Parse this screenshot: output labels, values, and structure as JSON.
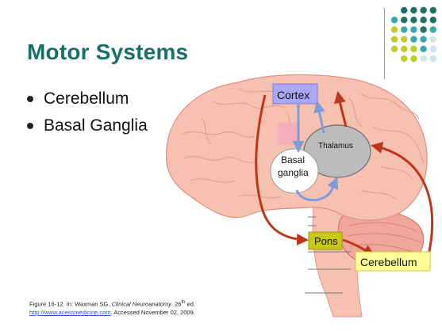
{
  "slide": {
    "title": "Motor Systems",
    "bullets": [
      {
        "text": "Cerebellum"
      },
      {
        "text": "Basal Ganglia"
      }
    ]
  },
  "diagram": {
    "labels": {
      "cortex": "Cortex",
      "thalamus": "Thalamus",
      "basal_ganglia_line1": "Basal",
      "basal_ganglia_line2": "ganglia",
      "pons": "Pons",
      "cerebellum": "Cerebellum"
    },
    "colors": {
      "pathway_red": "#c0361b",
      "pathway_blue": "#7f9bd8",
      "cortex_box": "#a8a8f6",
      "pons_box": "#c8c818",
      "cerebellum_box": "#ffff99",
      "thalamus_fill": "#bcbcbc",
      "brain_fill": "#f7c1b2",
      "title_teal": "#1a6f6a"
    }
  },
  "citation": {
    "line1_prefix": "Figure 16-12. In: Waxman SG. ",
    "line1_book": "Clinical Neuroanatomy",
    "line1_edition": ". 26",
    "line1_sup": "th",
    "line1_suffix": " ed.",
    "link": "http://www.acessmedicine.com",
    "line2_suffix": ". Accessed November 02, 2009."
  },
  "decoration": {
    "dot_colors": [
      "#1f6f6b",
      "#3aa9ad",
      "#c3cc2a",
      "#cde7e8"
    ]
  }
}
